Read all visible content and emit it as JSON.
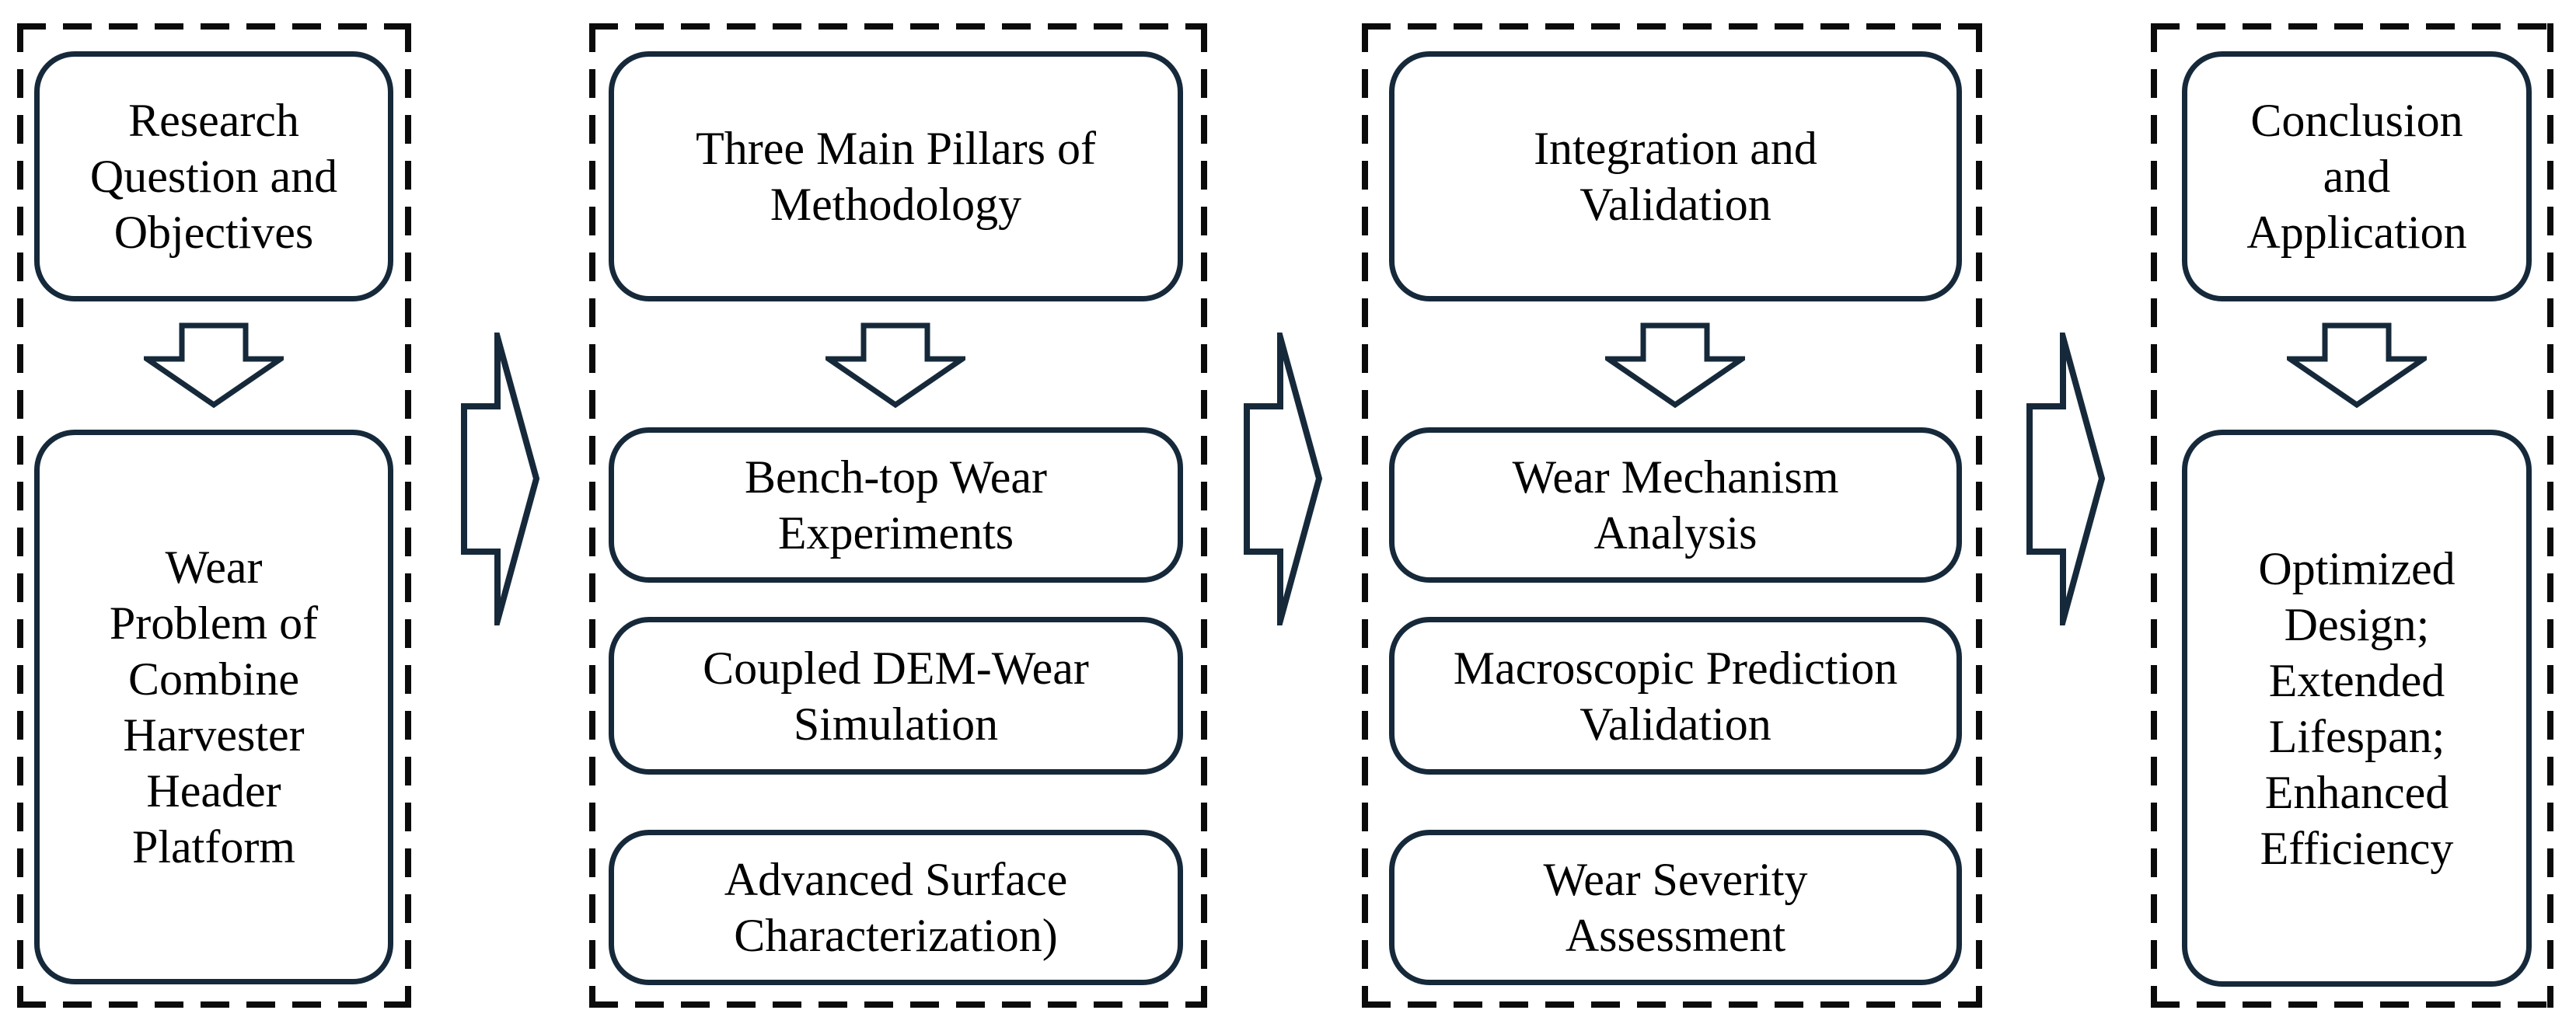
{
  "meta": {
    "type": "flowchart",
    "description_visible": false
  },
  "theme": {
    "navy": "#16293a",
    "dash": "#0b0b0b",
    "ink": "#000000",
    "paper": "#ffffff"
  },
  "icons": {
    "down_arrow": "hollow-block-down-arrow",
    "right_arrow": "hollow-block-right-arrow"
  },
  "columns": [
    {
      "name": "problem-definition",
      "header_box": {
        "label": "Research\nQuestion and\nObjectives"
      },
      "boxes": [
        {
          "label": "Wear\nProblem of\nCombine\nHarvester\nHeader\nPlatform"
        }
      ]
    },
    {
      "name": "methodology-pillars",
      "header_box": {
        "label": "Three Main Pillars of\nMethodology"
      },
      "boxes": [
        {
          "label": "Bench-top Wear\nExperiments"
        },
        {
          "label": "Coupled DEM-Wear\nSimulation"
        },
        {
          "label": "Advanced Surface\nCharacterization)"
        }
      ]
    },
    {
      "name": "integration-validation",
      "header_box": {
        "label": "Integration and\nValidation"
      },
      "boxes": [
        {
          "label": "Wear Mechanism\nAnalysis"
        },
        {
          "label": "Macroscopic Prediction\nValidation"
        },
        {
          "label": "Wear Severity\nAssessment"
        }
      ]
    },
    {
      "name": "conclusion-application",
      "header_box": {
        "label": "Conclusion\nand\nApplication"
      },
      "boxes": [
        {
          "label": "Optimized\nDesign;\nExtended\nLifespan;\nEnhanced\nEfficiency"
        }
      ]
    }
  ]
}
